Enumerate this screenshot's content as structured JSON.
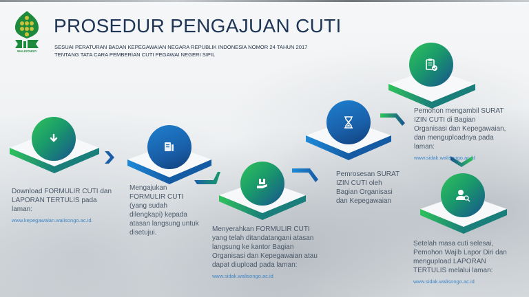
{
  "header": {
    "title": "PROSEDUR PENGAJUAN CUTI",
    "subtitle_line1": "SESUAI PERATURAN BADAN KEPEGAWAIAN  NEGARA REPUBLIK INDONESIA NOMOR 24 TAHUN 2017",
    "subtitle_line2": "TENTANG TATA CARA PEMBERIAN CUTI PEGAWAI  NEGERI SIPIL",
    "logo_label": "WALISONGO"
  },
  "colors": {
    "green": "#2fc25b",
    "blue": "#195fa8",
    "title": "#1f3556",
    "link": "#3f86c7"
  },
  "steps": [
    {
      "icon": "download-icon",
      "color": "green",
      "text": "Download FORMULIR CUTI dan LAPORAN TERTULIS pada laman:",
      "link": "www.kepegawaian.walisongo.ac.id."
    },
    {
      "icon": "form-document-icon",
      "color": "blue",
      "text": "Mengajukan FORMULIR CUTI (yang sudah dilengkapi) kepada atasan langsung untuk disetujui.",
      "link": ""
    },
    {
      "icon": "hand-submit-icon",
      "color": "green",
      "text": "Menyerahkan FORMULIR CUTI yang telah ditandatangani atasan langsung ke kantor Bagian Organisasi dan Kepegawaian atau dapat diupload pada laman:",
      "link": "www.sidak.walisongo.ac.id"
    },
    {
      "icon": "hourglass-icon",
      "color": "blue",
      "text": "Pemrosesan SURAT IZIN CUTI oleh Bagian  Organisasi dan Kepegawaian",
      "link": ""
    },
    {
      "icon": "clipboard-check-icon",
      "color": "green",
      "text": "Pemohon mengambil SURAT IZIN CUTI di Bagian Organisasi dan Kepegawaian, dan menguploadnya pada laman:",
      "link": "www.sidak.walisongo.ac.id"
    },
    {
      "icon": "user-search-icon",
      "color": "green",
      "text": "Setelah masa cuti selesai, Pemohon Wajib Lapor Diri dan mengupload LAPORAN TERTULIS melalui laman:",
      "link": "www.sidak.walisongo.ac.id"
    }
  ]
}
